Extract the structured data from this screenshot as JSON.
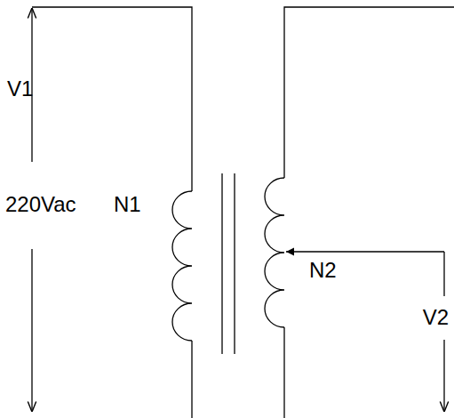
{
  "diagram": {
    "labels": [
      "V1",
      "220Vac",
      "N1",
      "N2",
      "V2"
    ]
  }
}
